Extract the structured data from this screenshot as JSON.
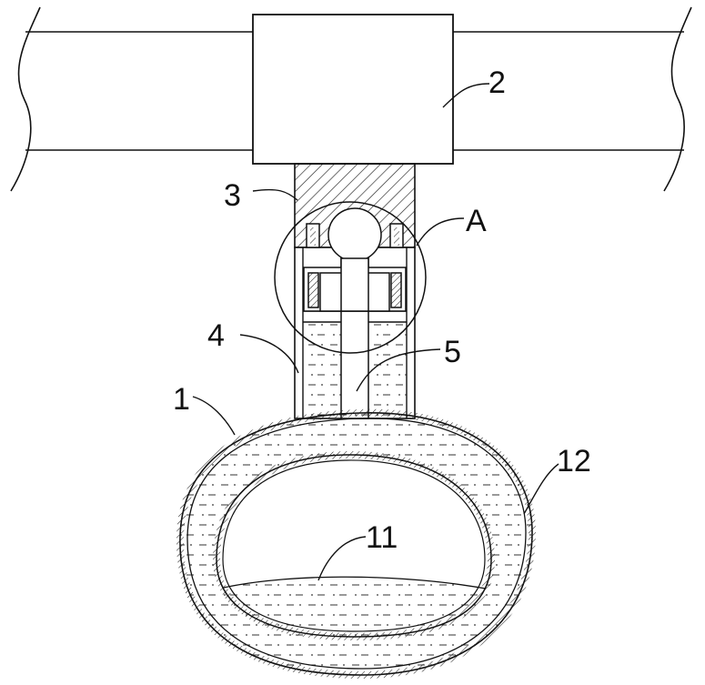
{
  "labels": {
    "l1": "1",
    "l2": "2",
    "l3": "3",
    "l4": "4",
    "l5": "5",
    "lA": "A",
    "l11": "11",
    "l12": "12"
  }
}
